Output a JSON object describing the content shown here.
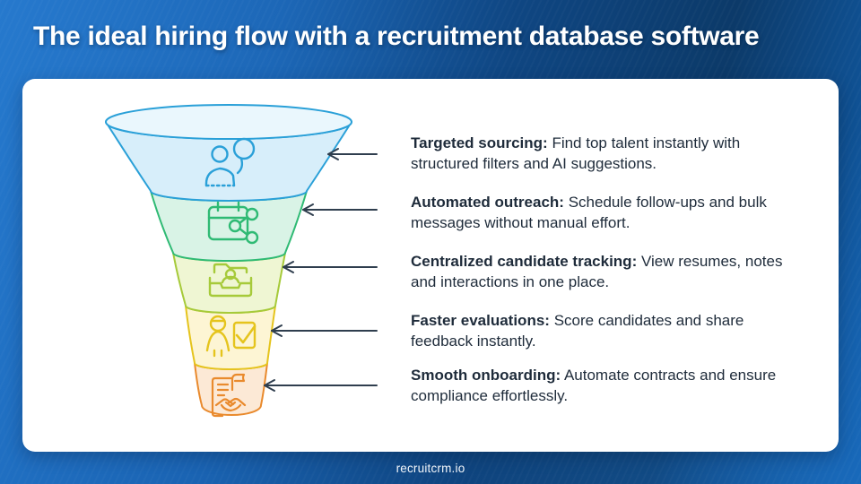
{
  "title": "The ideal hiring flow with a recruitment database software",
  "funnel": {
    "stages": [
      {
        "name": "Targeted sourcing",
        "icon": "talent-search-icon",
        "label": "Targeted sourcing:",
        "description": "Find top talent instantly with structured filters and AI suggestions.",
        "fill": "#d7eefa",
        "mouth_fill": "#eaf7fd",
        "stroke": "#2aa0d8"
      },
      {
        "name": "Automated outreach",
        "icon": "calendar-share-icon",
        "label": "Automated outreach:",
        "description": "Schedule follow-ups and bulk messages without manual effort.",
        "fill": "#d9f3e6",
        "stroke": "#2fba74"
      },
      {
        "name": "Centralized candidate tracking",
        "icon": "candidate-inbox-icon",
        "label": "Centralized candidate tracking:",
        "description": "View resumes, notes and interactions in one place.",
        "fill": "#eff6d3",
        "stroke": "#a6ca3a"
      },
      {
        "name": "Faster evaluations",
        "icon": "evaluation-check-icon",
        "label": "Faster evaluations:",
        "description": "Score candidates and share feedback instantly.",
        "fill": "#fdf5d4",
        "stroke": "#e5c41d"
      },
      {
        "name": "Smooth onboarding",
        "icon": "contract-handshake-icon",
        "label": "Smooth onboarding:",
        "description": "Automate contracts and ensure compliance effortlessly.",
        "fill": "#fce9d6",
        "stroke": "#e98a2d"
      }
    ]
  },
  "colors": {
    "arrow": "#2f3e4e",
    "text": "#1e2b3a",
    "title_text": "#ffffff",
    "card_background": "#ffffff",
    "page_background_light": "#2274c8",
    "page_background_dark": "#0c3a69"
  },
  "footer": {
    "brand": "recruitcrm.io"
  }
}
